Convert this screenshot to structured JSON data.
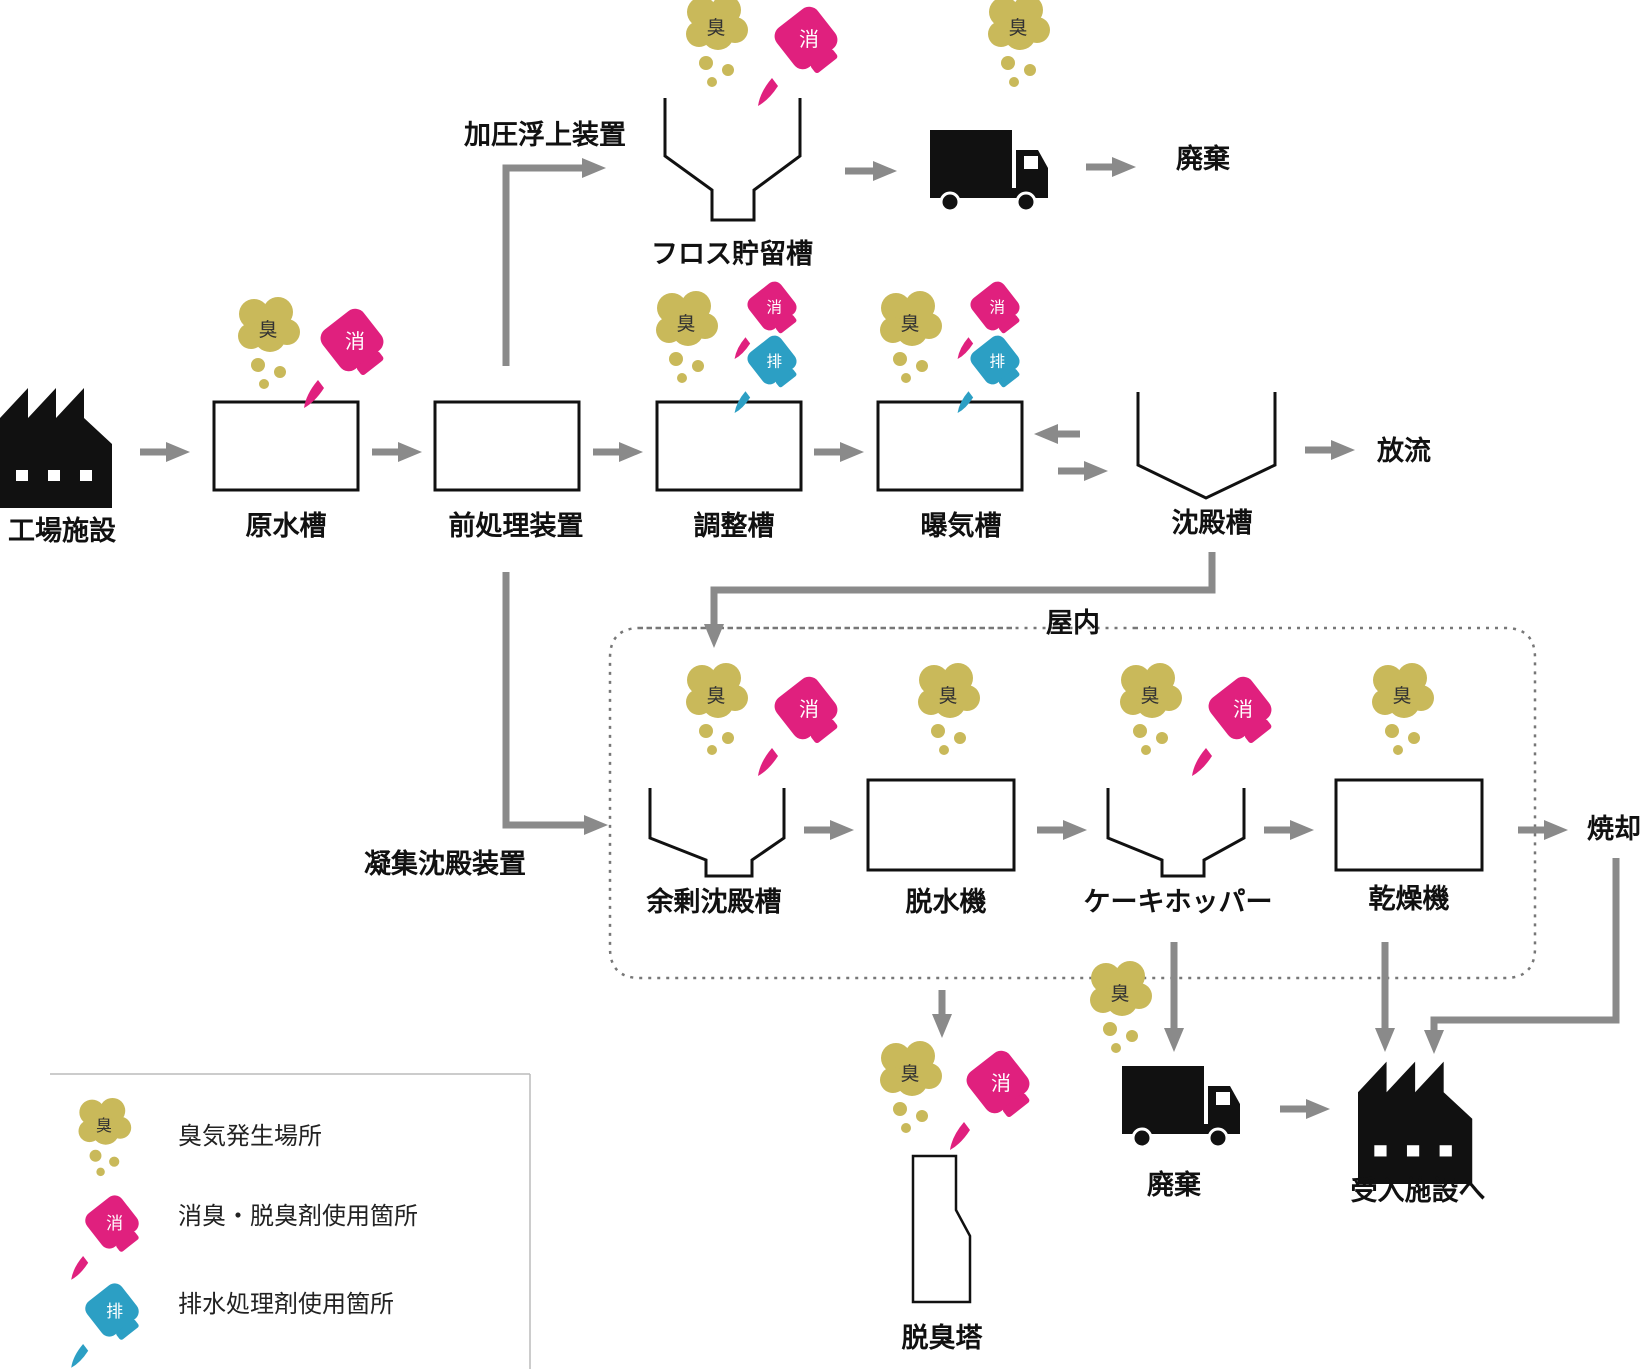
{
  "colors": {
    "odor": "#c9b95a",
    "deodorant": "#e0207e",
    "wastewater_agent": "#2c9fc4",
    "arrow": "#8a8a8a",
    "black": "#111111"
  },
  "icons": {
    "odor_char": "臭",
    "deodorant_char": "消",
    "wastewater_char": "排"
  },
  "labels": {
    "factory": "工場施設",
    "raw_water_tank": "原水槽",
    "pretreatment": "前処理装置",
    "adjustment_tank": "調整槽",
    "aeration_tank": "曝気槽",
    "sedimentation_tank": "沈殿槽",
    "discharge": "放流",
    "dissolved_air_flotation": "加圧浮上装置",
    "floc_storage_tank": "フロス貯留槽",
    "disposal_top": "廃棄",
    "indoor": "屋内",
    "coagulation_sedimentation": "凝集沈殿装置",
    "excess_sludge_tank": "余剰沈殿槽",
    "dehydrator": "脱水機",
    "cake_hopper": "ケーキホッパー",
    "dryer": "乾燥機",
    "incineration": "焼却",
    "deodorizing_tower": "脱臭塔",
    "disposal_bottom": "廃棄",
    "to_receiving_facility": "受入施設へ"
  },
  "legend": {
    "items": [
      {
        "icon": "odor-icon",
        "label": "臭気発生場所"
      },
      {
        "icon": "deodorant-bottle-icon",
        "label": "消臭・脱臭剤使用箇所"
      },
      {
        "icon": "wastewater-agent-bottle-icon",
        "label": "排水処理剤使用箇所"
      }
    ]
  }
}
